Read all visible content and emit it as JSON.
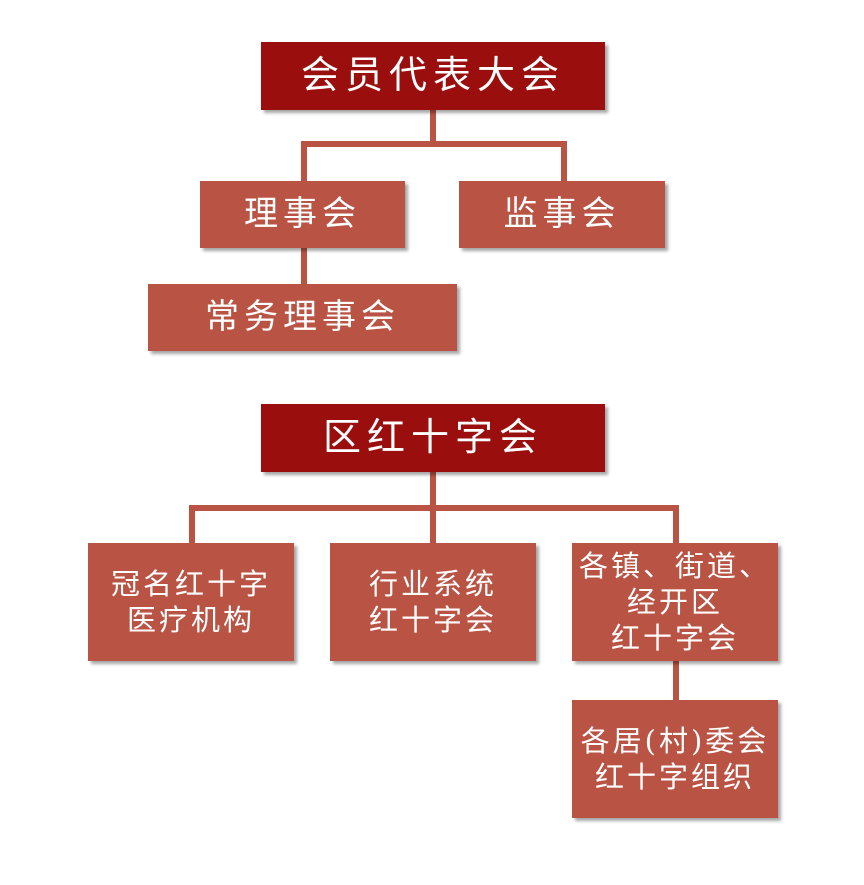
{
  "top_tree": {
    "root": "会员代表大会",
    "council": "理事会",
    "supervisory": "监事会",
    "standing": "常务理事会"
  },
  "bottom_tree": {
    "root": "区红十字会",
    "branch1": [
      "冠名红十字",
      "医疗机构"
    ],
    "branch2": [
      "行业系统",
      "红十字会"
    ],
    "branch3": [
      "各镇、街道、",
      "经开区",
      "红十字会"
    ],
    "sub": [
      "各居(村)委会",
      "红十字组织"
    ]
  },
  "colors": {
    "dark_box": "#9b0e0e",
    "light_box": "#b95344",
    "text": "#ffffff"
  }
}
